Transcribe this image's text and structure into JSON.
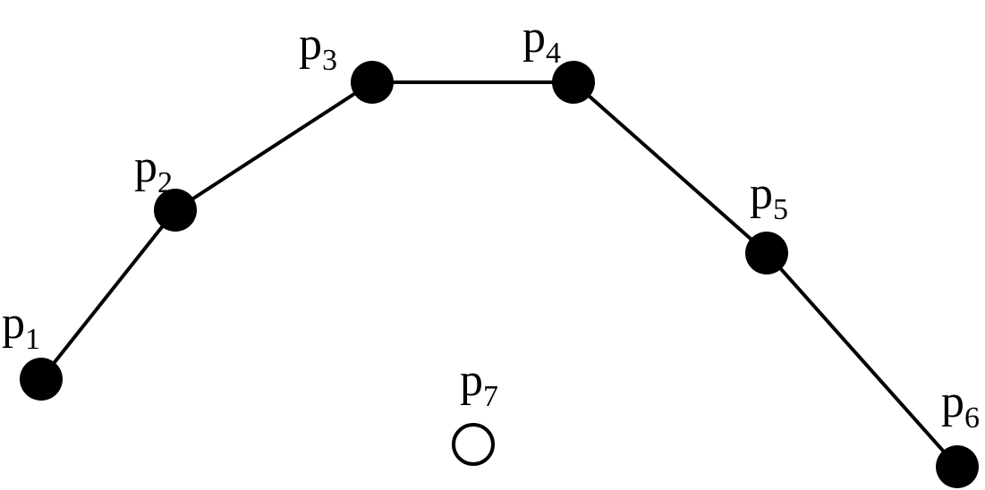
{
  "diagram": {
    "points": [
      {
        "id": "p1",
        "base": "p",
        "sub": "1",
        "style": "filled",
        "on_chain": true
      },
      {
        "id": "p2",
        "base": "p",
        "sub": "2",
        "style": "filled",
        "on_chain": true
      },
      {
        "id": "p3",
        "base": "p",
        "sub": "3",
        "style": "filled",
        "on_chain": true
      },
      {
        "id": "p4",
        "base": "p",
        "sub": "4",
        "style": "filled",
        "on_chain": true
      },
      {
        "id": "p5",
        "base": "p",
        "sub": "5",
        "style": "filled",
        "on_chain": true
      },
      {
        "id": "p6",
        "base": "p",
        "sub": "6",
        "style": "filled",
        "on_chain": true
      },
      {
        "id": "p7",
        "base": "p",
        "sub": "7",
        "style": "hollow",
        "on_chain": false
      }
    ],
    "colors": {
      "stroke": "#000000",
      "fill": "#000000",
      "background": "#ffffff"
    }
  }
}
